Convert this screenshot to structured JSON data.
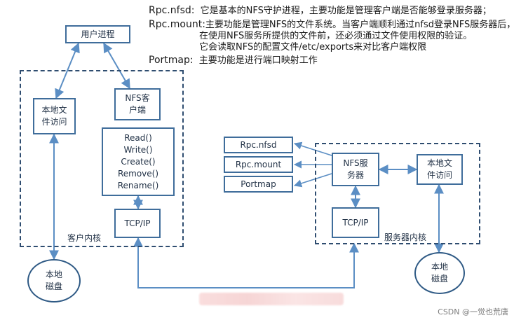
{
  "descriptions": {
    "nfsd_term": "Rpc.nfsd:",
    "nfsd_text": "它是基本的NFS守护进程，主要功能是管理客户端是否能够登录服务器；",
    "mount_term": "Rpc.mount:",
    "mount_text_1": "主要功能是管理NFS的文件系统。当客户端顺利通过nfsd登录NFS服务器后，",
    "mount_text_2": "在使用NFS服务所提供的文件前，还必须通过文件使用权限的验证。",
    "mount_text_3": "它会读取NFS的配置文件/etc/exports来对比客户端权限",
    "portmap_term": "Portmap:",
    "portmap_text": "主要功能是进行端口映射工作"
  },
  "client": {
    "user_process": "用户进程",
    "local_fs_1": "本地文",
    "local_fs_2": "件访问",
    "nfs_client_1": "NFS客",
    "nfs_client_2": "户端",
    "ops": [
      "Read()",
      "Write()",
      "Create()",
      "Remove()",
      "Rename()"
    ],
    "tcpip": "TCP/IP",
    "kernel_label": "客户内核",
    "disk_1": "本地",
    "disk_2": "磁盘"
  },
  "server": {
    "rpc_nfsd": "Rpc.nfsd",
    "rpc_mount": "Rpc.mount",
    "portmap": "Portmap",
    "nfs_server_1": "NFS服",
    "nfs_server_2": "务器",
    "local_fs_1": "本地文",
    "local_fs_2": "件访问",
    "tcpip": "TCP/IP",
    "kernel_label": "服务器内核",
    "disk_1": "本地",
    "disk_2": "磁盘"
  },
  "watermark": "CSDN @一觉也荒唐",
  "colors": {
    "box_border": "#3f6d9b",
    "arrow": "#5b8ec4",
    "dash": "#2f4d70"
  }
}
